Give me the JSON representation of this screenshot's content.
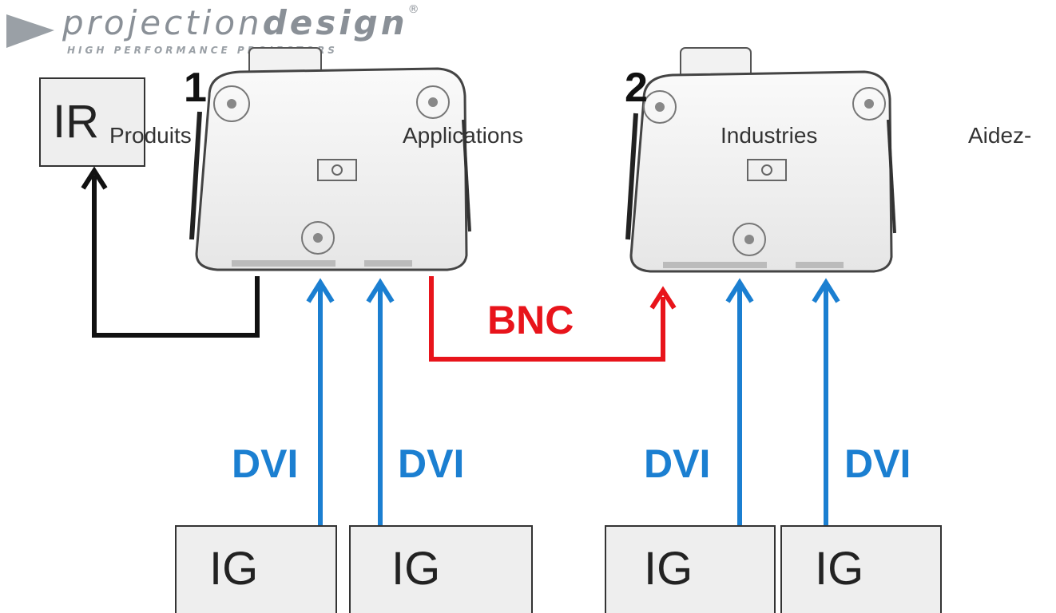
{
  "header": {
    "logo": {
      "wordmark_light": "projection",
      "wordmark_bold": "design",
      "registered": "®",
      "tagline": "HIGH PERFORMANCE PROJECTORS"
    },
    "nav": [
      {
        "label": "Produits"
      },
      {
        "label": "Applications"
      },
      {
        "label": "Industries"
      },
      {
        "label": "Aidez-"
      }
    ]
  },
  "diagram": {
    "ir_label": "IR",
    "projectors": [
      {
        "number": "1"
      },
      {
        "number": "2"
      }
    ],
    "bnc_label": "BNC",
    "dvi_labels": [
      "DVI",
      "DVI",
      "DVI",
      "DVI"
    ],
    "ig_labels": [
      "IG",
      "IG",
      "IG",
      "IG"
    ]
  },
  "colors": {
    "dvi": "#1b7fd1",
    "bnc": "#e8141b",
    "ir_line": "#111111",
    "box_fill": "#eeeeee",
    "logo": "#8a9097"
  }
}
